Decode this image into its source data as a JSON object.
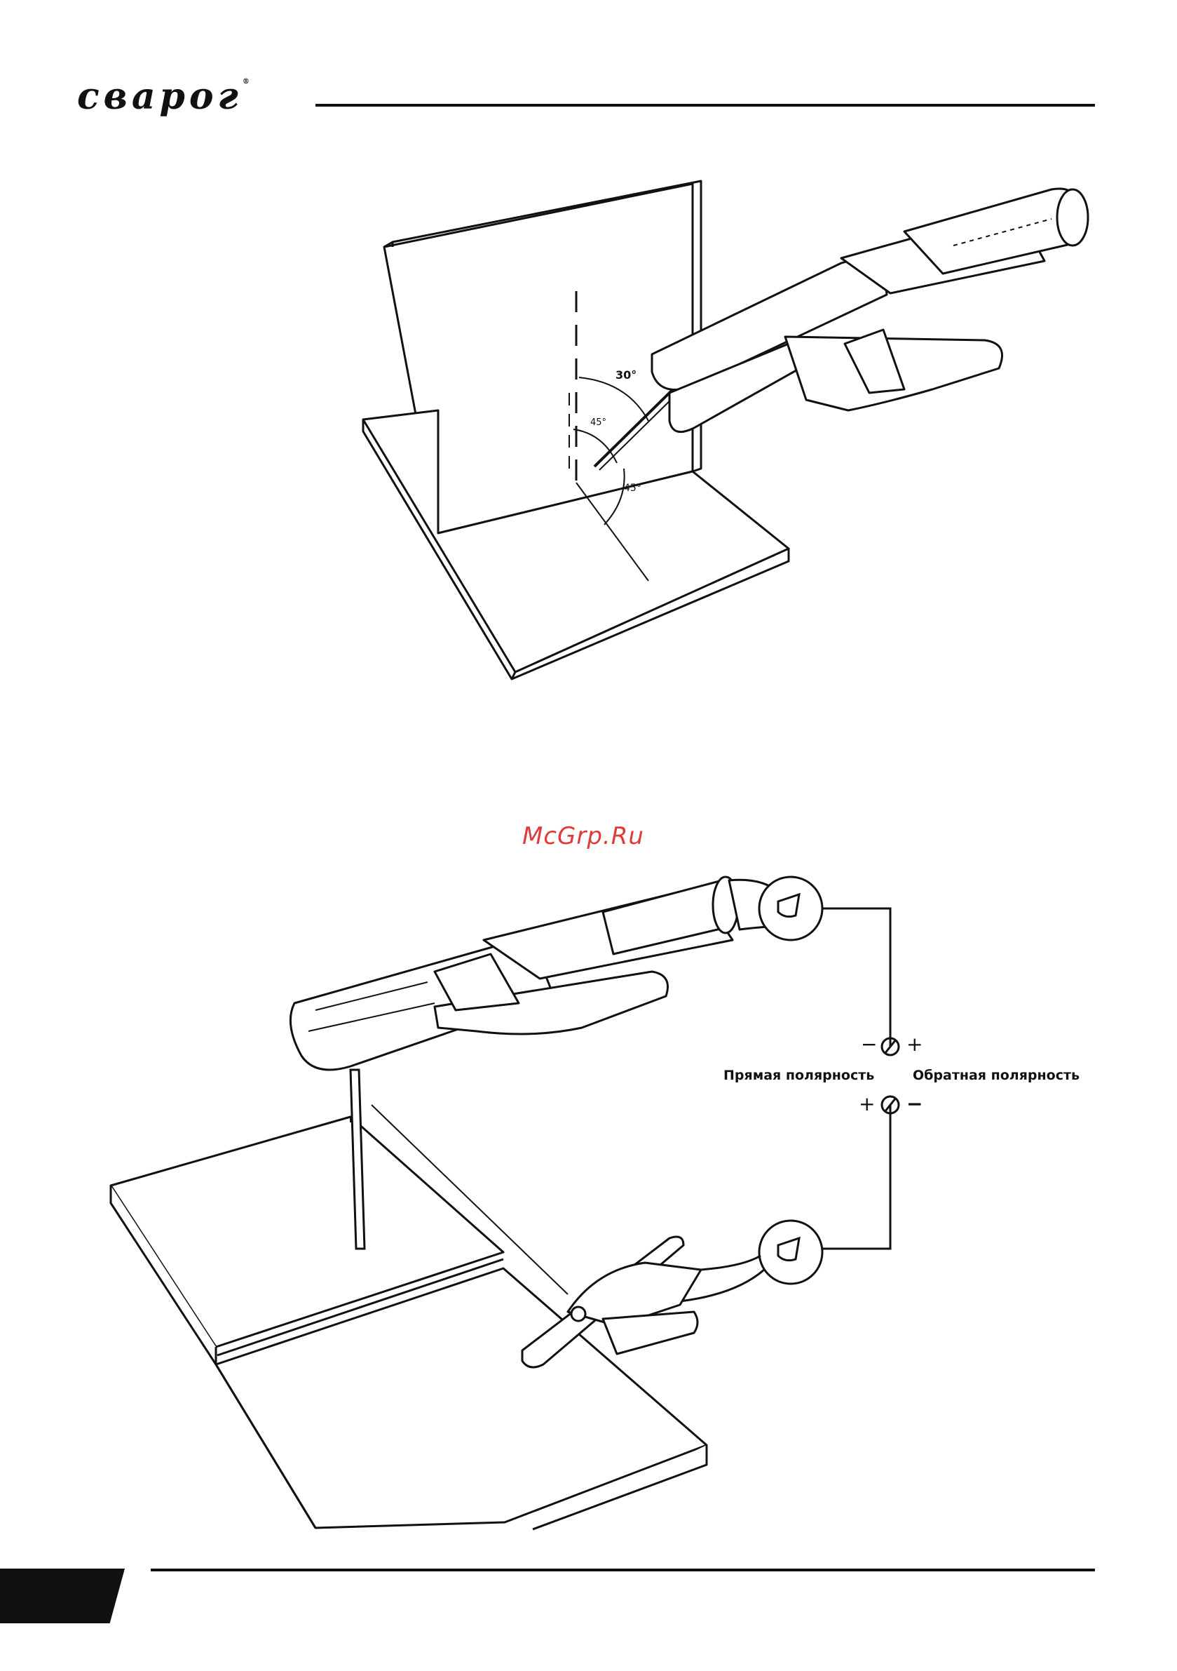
{
  "header": {
    "logo_text": "сварог",
    "registered": "®"
  },
  "figure1": {
    "angle_top": "30°",
    "angle_mid": "45°",
    "angle_low": "45°"
  },
  "figure2": {
    "polarity_left": "Прямая полярность",
    "polarity_right": "Обратная полярность",
    "upper_terminal": {
      "left": "−",
      "right": "+"
    },
    "lower_terminal": {
      "left": "+",
      "right": "−"
    }
  },
  "watermark": "McGrp.Ru"
}
